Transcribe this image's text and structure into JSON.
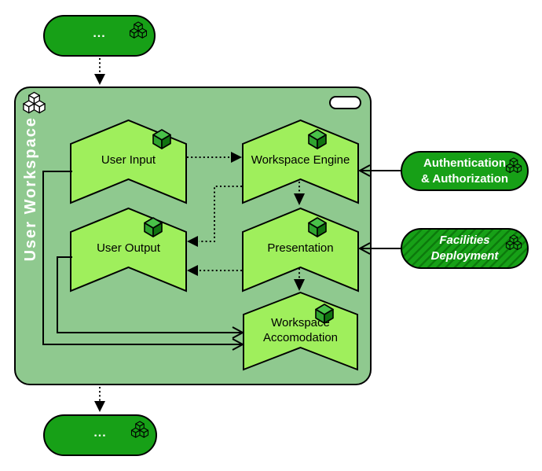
{
  "external": {
    "top": {
      "label": "...",
      "icon": "triple-cube-icon"
    },
    "bottom": {
      "label": "...",
      "icon": "triple-cube-icon"
    },
    "right": [
      {
        "line1": "Authentication",
        "line2": "& Authorization",
        "fill_style": "solid",
        "icon": "triple-cube-icon"
      },
      {
        "line1": "Facilities",
        "line2": "Deployment",
        "fill_style": "hatched-italic",
        "icon": "triple-cube-icon"
      }
    ]
  },
  "container": {
    "label": "User Workspace",
    "icon": "triple-cube-icon",
    "has_collapse_indicator": true
  },
  "functions": [
    {
      "id": "user-input",
      "label": "User Input",
      "icon": "cube-icon"
    },
    {
      "id": "workspace-engine",
      "label": "Workspace Engine",
      "icon": "cube-icon"
    },
    {
      "id": "user-output",
      "label": "User Output",
      "icon": "cube-icon"
    },
    {
      "id": "presentation",
      "label": "Presentation",
      "icon": "cube-icon"
    },
    {
      "id": "workspace-accomodation",
      "label": "Workspace Accomodation",
      "icon": "cube-icon"
    }
  ],
  "connections": [
    {
      "from": "external-top",
      "to": "user-workspace",
      "line": "dotted",
      "arrow": "solid-triangle"
    },
    {
      "from": "user-input",
      "to": "workspace-engine",
      "line": "dotted",
      "arrow": "solid-triangle"
    },
    {
      "from": "workspace-engine",
      "to": "user-output",
      "line": "dotted",
      "arrow": "solid-triangle"
    },
    {
      "from": "workspace-engine",
      "to": "presentation",
      "line": "dotted",
      "arrow": "solid-triangle"
    },
    {
      "from": "presentation",
      "to": "user-output",
      "line": "dotted",
      "arrow": "solid-triangle"
    },
    {
      "from": "presentation",
      "to": "workspace-accomodation",
      "line": "dotted",
      "arrow": "solid-triangle"
    },
    {
      "from": "user-input",
      "to": "workspace-accomodation",
      "line": "solid",
      "arrow": "open"
    },
    {
      "from": "user-output",
      "to": "workspace-accomodation",
      "line": "solid",
      "arrow": "open"
    },
    {
      "from": "authentication-authorization",
      "to": "workspace-engine",
      "line": "solid",
      "arrow": "open"
    },
    {
      "from": "facilities-deployment",
      "to": "presentation",
      "line": "solid",
      "arrow": "open"
    },
    {
      "from": "user-workspace",
      "to": "external-bottom",
      "line": "dotted",
      "arrow": "solid-triangle"
    }
  ],
  "colors": {
    "external_fill": "#17a017",
    "hatch_stripe": "#0c7a0c",
    "container_fill": "#8fc98f",
    "function_fill": "#9fef5c",
    "outline": "#000000",
    "label_on_dark": "#ffffff",
    "label_on_light": "#000000"
  }
}
